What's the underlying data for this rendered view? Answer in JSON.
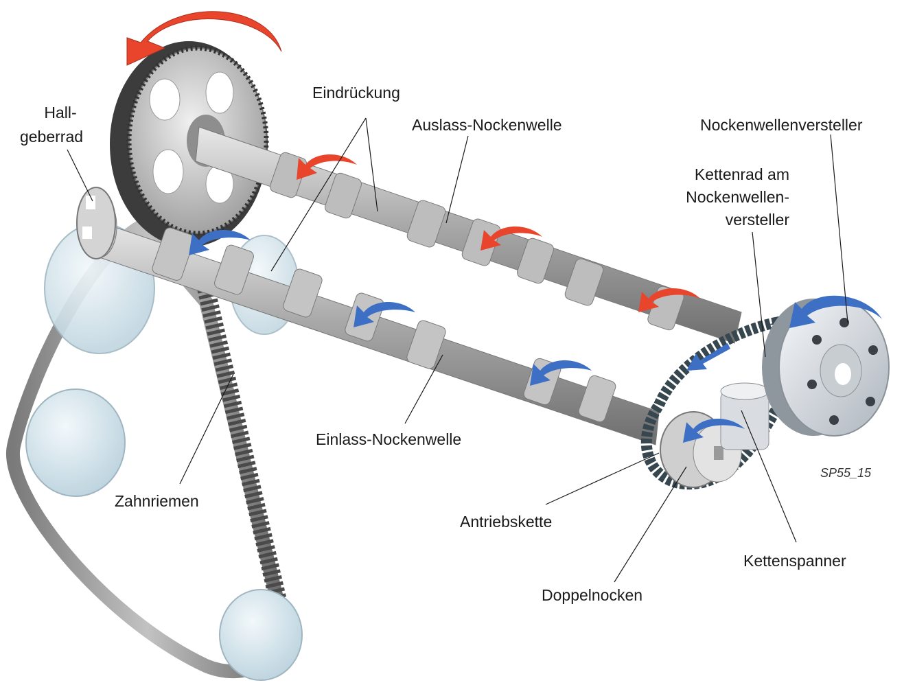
{
  "labels": {
    "hall": [
      "Hall-",
      "geberrad"
    ],
    "eindrueckung": "Eindrückung",
    "auslass": "Auslass-Nockenwelle",
    "nwv": "Nockenwellenversteller",
    "kettenrad": [
      "Kettenrad am",
      "Nockenwellen-",
      "versteller"
    ],
    "einlass": "Einlass-Nockenwelle",
    "zahnriemen": "Zahnriemen",
    "antriebskette": "Antriebskette",
    "kettenspanner": "Kettenspanner",
    "doppelnocken": "Doppelnocken",
    "figure_code": "SP55_15"
  },
  "colors": {
    "arrow_red": "#e8452c",
    "arrow_blue": "#3d6fc4",
    "metal": "#b8b8b8",
    "belt": "#5a5a5a",
    "chain": "#37474f",
    "pulley": "#d6e6ee"
  }
}
